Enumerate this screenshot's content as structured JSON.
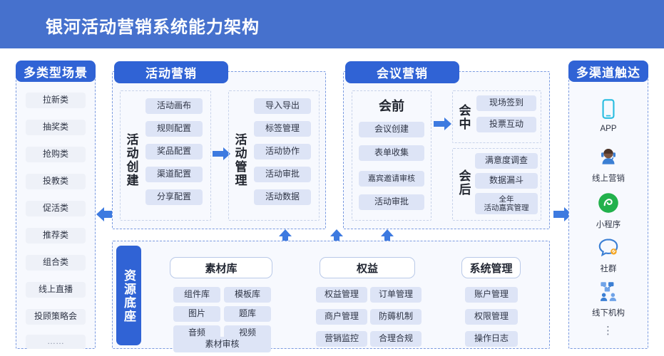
{
  "header": {
    "title": "银河活动营销系统能力架构",
    "bg": "#4671cd"
  },
  "scenes": {
    "badge": "多类型场景",
    "items": [
      "拉新类",
      "抽奖类",
      "抢购类",
      "投教类",
      "促活类",
      "推荐类",
      "组合类",
      "线上直播",
      "投顾策略会",
      "……"
    ]
  },
  "activity_marketing": {
    "badge": "活动营销",
    "groups": [
      {
        "title": "活动创建",
        "items": [
          "活动画布",
          "规则配置",
          "奖品配置",
          "渠道配置",
          "分享配置"
        ]
      },
      {
        "title": "活动管理",
        "items": [
          "导入导出",
          "标签管理",
          "活动协作",
          "活动审批",
          "活动数据"
        ]
      }
    ]
  },
  "conference_marketing": {
    "badge": "会议营销",
    "pre": {
      "title": "会前",
      "items": [
        "会议创建",
        "表单收集",
        "嘉宾邀请审核",
        "活动审批"
      ]
    },
    "during": {
      "title": "会中",
      "items": [
        "现场签到",
        "投票互动"
      ]
    },
    "post": {
      "title": "会后",
      "items": [
        "满意度调查",
        "数据漏斗",
        "全年\n活动嘉宾管理"
      ]
    }
  },
  "channels": {
    "badge": "多渠道触达",
    "items": [
      {
        "label": "APP",
        "icon": "phone-icon",
        "color": "#29bde0"
      },
      {
        "label": "线上营销",
        "icon": "headset-agent-icon",
        "color": "#3b7fd4"
      },
      {
        "label": "小程序",
        "icon": "mini-program-icon",
        "color": "#22b14c"
      },
      {
        "label": "社群",
        "icon": "chat-bubble-icon",
        "color": "#3b7fd4"
      },
      {
        "label": "线下机构",
        "icon": "org-network-icon",
        "color": "#3b7fd4"
      }
    ],
    "more": "⋮"
  },
  "resource_base": {
    "label": "资源底座",
    "groups": [
      {
        "title": "素材库",
        "items": [
          "组件库",
          "模板库",
          "图片",
          "题库",
          "音频",
          "视频",
          "素材审核"
        ]
      },
      {
        "title": "权益",
        "items": [
          "权益管理",
          "订单管理",
          "商户管理",
          "防薅机制",
          "营销监控",
          "合理合规"
        ]
      },
      {
        "title": "系统管理",
        "items": [
          "账户管理",
          "权限管理",
          "操作日志"
        ]
      }
    ]
  },
  "colors": {
    "accent": "#3063d5",
    "arrow": "#3d7ae0",
    "pill": "#dde4f6",
    "panel_bg": "#f7f9fe"
  }
}
